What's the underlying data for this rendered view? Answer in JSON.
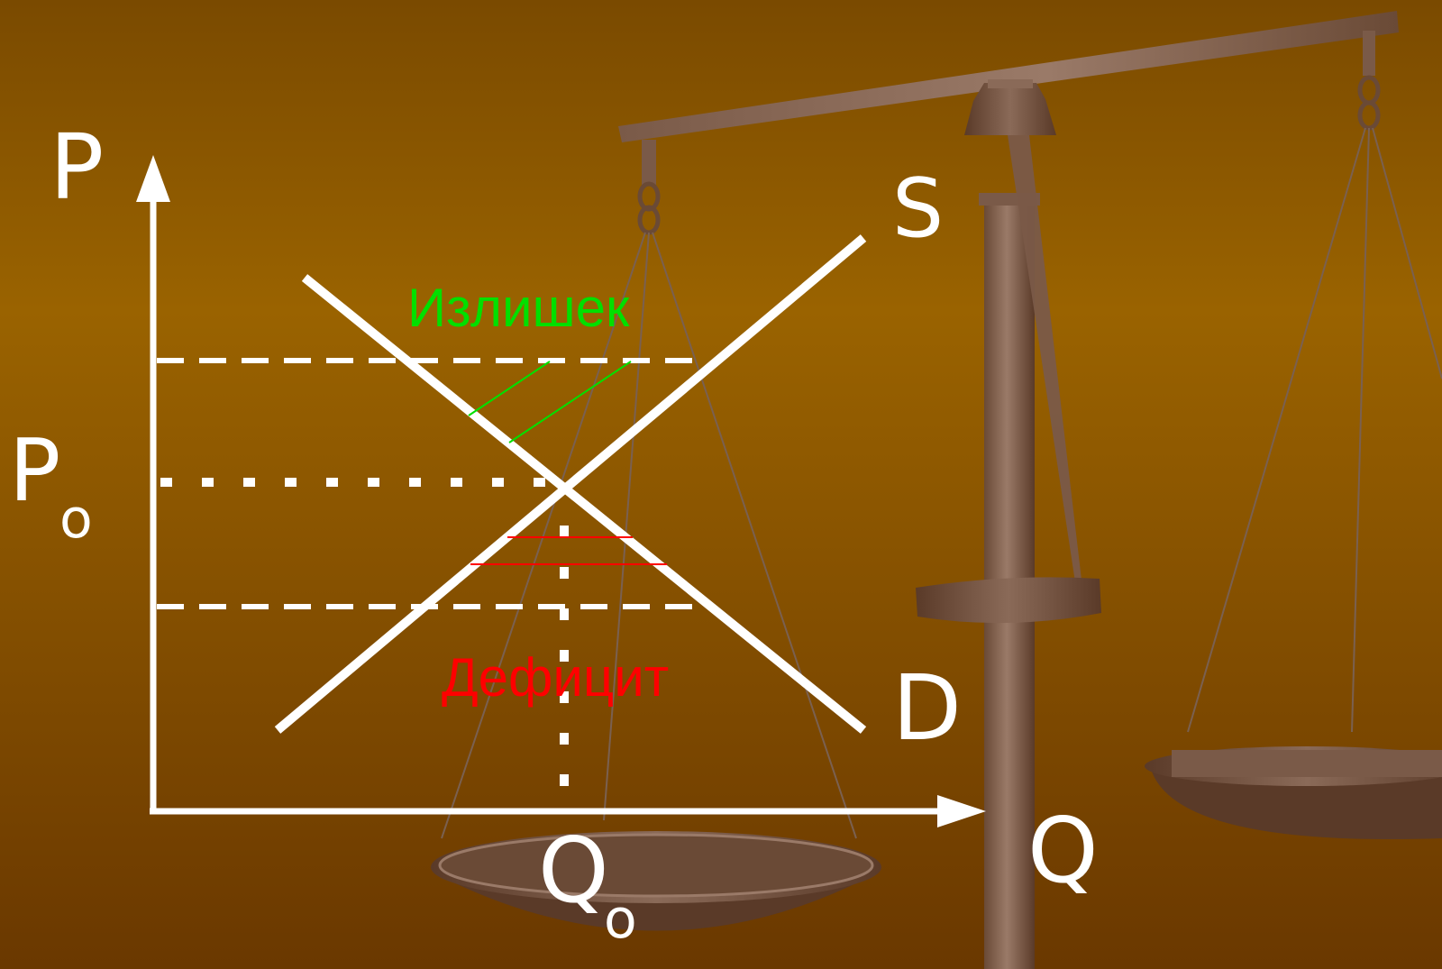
{
  "diagram": {
    "axes": {
      "price_label": "P",
      "quantity_label": "Q",
      "equilibrium_price_label": "P",
      "equilibrium_price_subscript": "o",
      "equilibrium_quantity_label": "Q",
      "equilibrium_quantity_subscript": "o"
    },
    "curves": {
      "supply_label": "S",
      "demand_label": "D"
    },
    "annotations": {
      "surplus_label": "Излишек",
      "deficit_label": "Дефицит"
    },
    "colors": {
      "background_top": "#7a4a00",
      "background_mid": "#9a6300",
      "background_bottom": "#6a3800",
      "lines": "#ffffff",
      "surplus": "#00e000",
      "deficit": "#ff0000",
      "scale_metal": "#7a5a48"
    }
  }
}
